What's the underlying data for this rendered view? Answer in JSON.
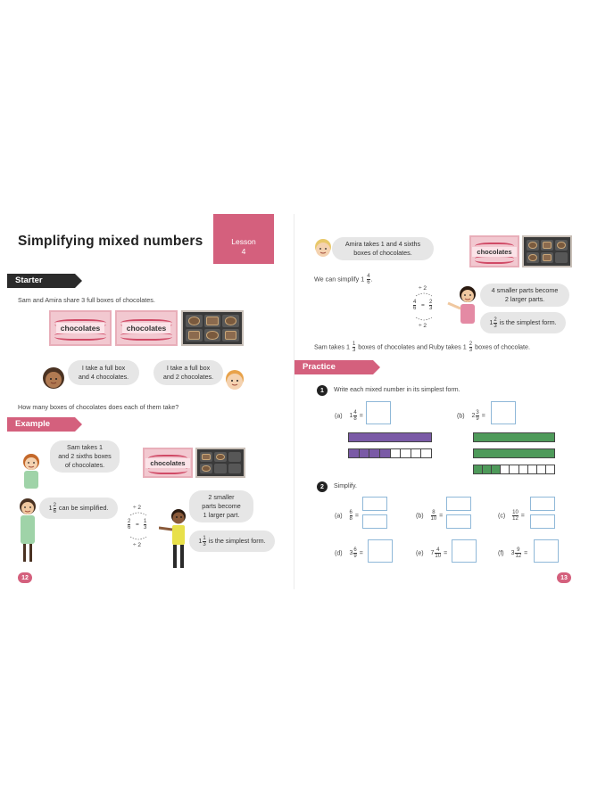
{
  "left_page": {
    "title": "Simplifying mixed numbers",
    "lesson_tab": {
      "line1": "Lesson",
      "line2": "4"
    },
    "starter": {
      "heading": "Starter",
      "intro": "Sam and Amira share 3 full boxes of chocolates.",
      "box_label_1": "chocolates",
      "box_label_2": "chocolates",
      "bubble_amira_line1": "I take a full box",
      "bubble_amira_line2": "and 4 chocolates.",
      "bubble_sam_line1": "I take a full box",
      "bubble_sam_line2": "and 2 chocolates.",
      "question": "How many boxes of chocolates does each of them take?"
    },
    "example": {
      "heading": "Example",
      "bubble_1_line1": "Sam takes 1",
      "bubble_1_line2": "and 2 sixths boxes",
      "bubble_1_line3": "of chocolates.",
      "box_label": "chocolates",
      "bubble_2_whole": "1",
      "bubble_2_num": "2",
      "bubble_2_den": "6",
      "bubble_2_text": "can be simplified.",
      "div_top": "÷ 2",
      "div_bottom": "÷ 2",
      "frac_left_num": "2",
      "frac_left_den": "6",
      "eq": "=",
      "frac_right_num": "1",
      "frac_right_den": "3",
      "bubble_3_line1": "2 smaller",
      "bubble_3_line2": "parts become",
      "bubble_3_line3": "1 larger part.",
      "bubble_4_whole": "1",
      "bubble_4_num": "1",
      "bubble_4_den": "3",
      "bubble_4_text": "is the simplest form."
    },
    "page_number": "12"
  },
  "right_page": {
    "amira_bubble_line1": "Amira takes 1 and 4 sixths",
    "amira_bubble_line2": "boxes of chocolates.",
    "box_label": "chocolates",
    "we_can_simplify": "We can simplify 1",
    "we_can_num": "4",
    "we_can_den": "6",
    "div_top": "÷ 2",
    "div_bottom": "÷ 2",
    "frac_left_num": "4",
    "frac_left_den": "6",
    "eq": "=",
    "frac_right_num": "2",
    "frac_right_den": "3",
    "bubble_a_line1": "4 smaller parts become",
    "bubble_a_line2": "2 larger parts.",
    "bubble_b_whole": "1",
    "bubble_b_num": "2",
    "bubble_b_den": "3",
    "bubble_b_text": "is the simplest form.",
    "sam_ruby_text_1": "Sam takes 1",
    "sam_ruby_num1": "1",
    "sam_ruby_den1": "3",
    "sam_ruby_text_2": "boxes of chocolates and Ruby takes 1",
    "sam_ruby_num2": "2",
    "sam_ruby_den2": "3",
    "sam_ruby_text_3": "boxes of chocolate.",
    "practice": {
      "heading": "Practice",
      "q1_num": "1",
      "q1_text": "Write each mixed number in its simplest form.",
      "q1a_label": "(a)",
      "q1a_whole": "1",
      "q1a_num": "4",
      "q1a_den": "8",
      "q1b_label": "(b)",
      "q1b_whole": "2",
      "q1b_num": "3",
      "q1b_den": "9",
      "q2_num": "2",
      "q2_text": "Simplify.",
      "items": [
        {
          "label": "(a)",
          "whole": "",
          "num": "6",
          "den": "8"
        },
        {
          "label": "(b)",
          "whole": "",
          "num": "8",
          "den": "10"
        },
        {
          "label": "(c)",
          "whole": "",
          "num": "10",
          "den": "12"
        },
        {
          "label": "(d)",
          "whole": "3",
          "num": "6",
          "den": "9"
        },
        {
          "label": "(e)",
          "whole": "7",
          "num": "4",
          "den": "10"
        },
        {
          "label": "(f)",
          "whole": "3",
          "num": "9",
          "den": "12"
        }
      ],
      "eq": "="
    },
    "page_number": "13"
  },
  "colors": {
    "accent_pink": "#d4607d",
    "banner_dark": "#2b2b2b",
    "bar_purple": "#7a5aa6",
    "bar_green": "#4e9a5a",
    "answer_box_border": "#8fb8d8"
  }
}
